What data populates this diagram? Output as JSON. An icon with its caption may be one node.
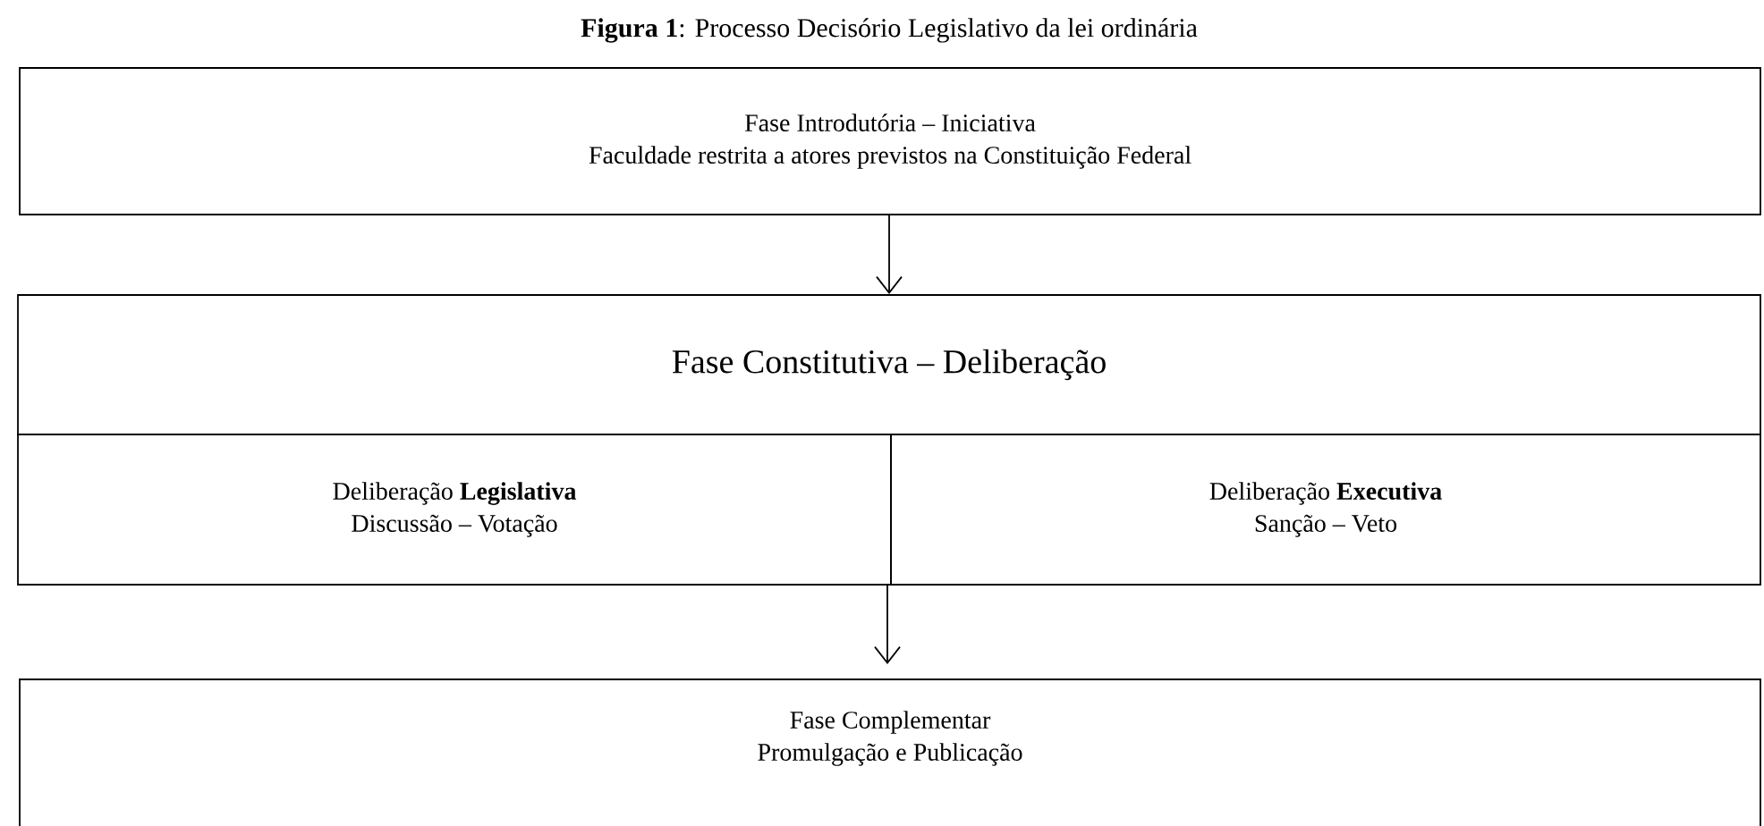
{
  "diagram": {
    "title": "**Figura 1**: Processo Decisório Legislativo da lei ordinária",
    "nodes": [
      {
        "text": [
          "Fase Introdutória – Iniciativa",
          "Faculdade restrita a atores previstos na Constituição Federal"
        ]
      },
      {
        "text": [
          "Fase Constitutiva – Deliberação"
        ]
      },
      {
        "text": [
          "Deliberação **Legislativa**",
          "Discussão – Votação"
        ]
      },
      {
        "text": [
          "Deliberação **Executiva**",
          "Sanção – Veto"
        ]
      },
      {
        "text": [
          "Fase Complementar",
          "Promulgação e Publicação"
        ]
      }
    ],
    "edges": [
      {
        "from": 0,
        "to": 1,
        "arrow": "to"
      },
      {
        "from": 2,
        "to": 4,
        "arrow": "to"
      }
    ]
  }
}
